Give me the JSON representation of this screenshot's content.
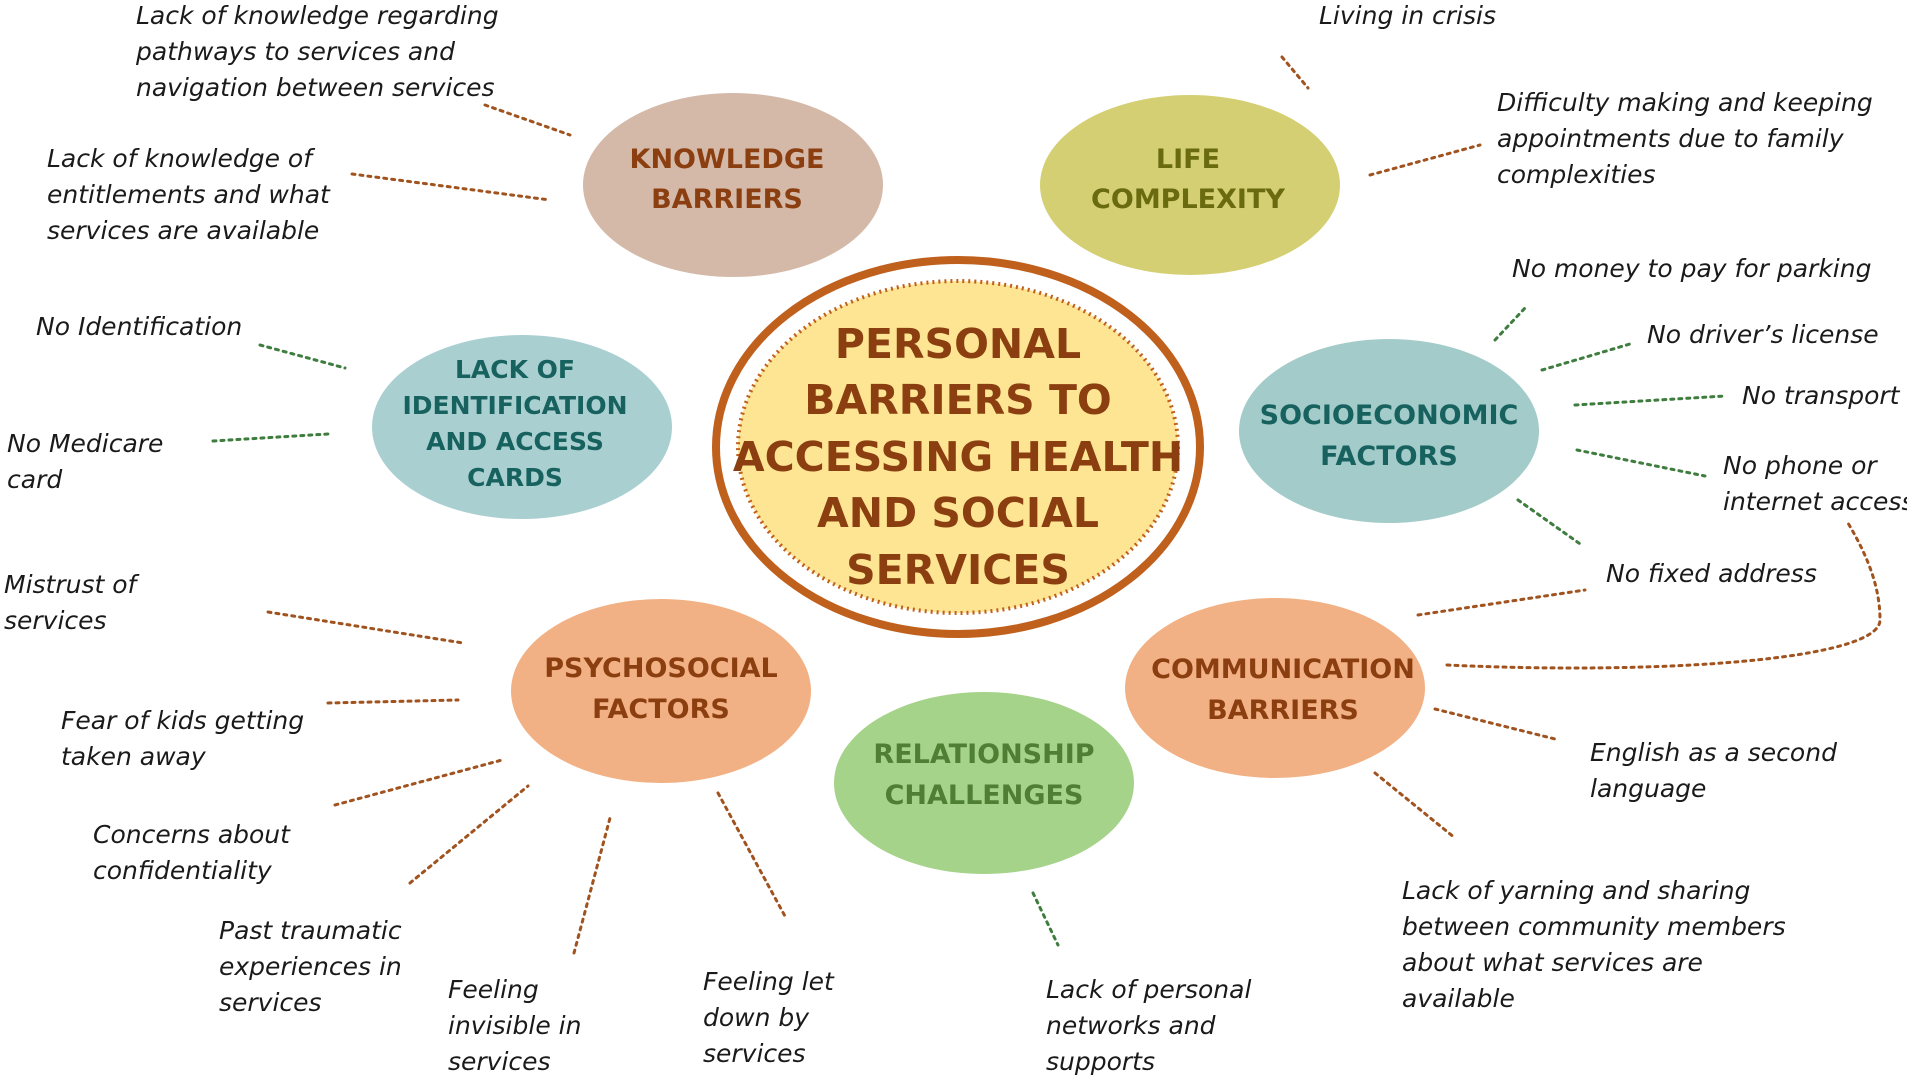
{
  "center": {
    "lines": [
      "PERSONAL",
      "BARRIERS TO",
      "ACCESSING HEALTH",
      "AND SOCIAL",
      "SERVICES"
    ]
  },
  "categories": {
    "knowledge": [
      "KNOWLEDGE",
      "BARRIERS"
    ],
    "life": [
      "LIFE",
      "COMPLEXITY"
    ],
    "identification": [
      "LACK OF",
      "IDENTIFICATION",
      "AND ACCESS",
      "CARDS"
    ],
    "socioeconomic": [
      "SOCIOECONOMIC",
      "FACTORS"
    ],
    "psychosocial": [
      "PSYCHOSOCIAL",
      "FACTORS"
    ],
    "relationship": [
      "RELATIONSHIP",
      "CHALLENGES"
    ],
    "communication": [
      "COMMUNICATION",
      "BARRIERS"
    ]
  },
  "labels": {
    "knowledge_pathways": [
      "Lack of knowledge regarding",
      "pathways to services and",
      "navigation between services"
    ],
    "knowledge_entitlements": [
      "Lack of knowledge of",
      "entitlements and what",
      "services are available"
    ],
    "life_crisis": [
      "Living in crisis"
    ],
    "life_appointments": [
      "Difficulty making and keeping",
      "appointments due to family",
      "complexities"
    ],
    "id_no_identification": [
      "No Identification"
    ],
    "id_no_medicare": [
      "No Medicare",
      "card"
    ],
    "socio_parking": [
      "No money to pay for parking"
    ],
    "socio_license": [
      "No driver’s license"
    ],
    "socio_transport": [
      "No transport"
    ],
    "socio_phone": [
      "No phone or",
      "internet access"
    ],
    "socio_address": [
      "No fixed address"
    ],
    "psycho_mistrust": [
      "Mistrust of",
      "services"
    ],
    "psycho_fear": [
      "Fear of kids getting",
      "taken away"
    ],
    "psycho_confidentiality": [
      "Concerns about",
      "confidentiality"
    ],
    "psycho_trauma": [
      "Past traumatic",
      "experiences in",
      "services"
    ],
    "psycho_invisible": [
      "Feeling",
      "invisible in",
      "services"
    ],
    "psycho_letdown": [
      "Feeling let",
      "down by",
      "services"
    ],
    "relationship_networks": [
      "Lack of personal",
      "networks and",
      "supports"
    ],
    "comm_english": [
      "English as a second",
      "language"
    ],
    "comm_yarning": [
      "Lack of yarning and sharing",
      "between community members",
      "about what services are",
      "available"
    ]
  },
  "colors": {
    "center_fill": "#fde594",
    "center_ring": "#c0601d",
    "knowledge_fill": "#d4b9a8",
    "knowledge_text": "#8b3e10",
    "life_fill": "#d3cf72",
    "life_text": "#6a6a10",
    "identification_fill": "#a9cfd1",
    "identification_text": "#17625f",
    "socioeconomic_fill": "#a3cbc9",
    "socioeconomic_text": "#17625f",
    "psychosocial_fill": "#f2b184",
    "psychosocial_text": "#8b3e10",
    "relationship_fill": "#a6d38a",
    "relationship_text": "#4e7f33",
    "communication_fill": "#f2b184",
    "communication_text": "#8b3e10",
    "brown_dots": "#a0531f",
    "green_dots": "#3e7d3e"
  }
}
